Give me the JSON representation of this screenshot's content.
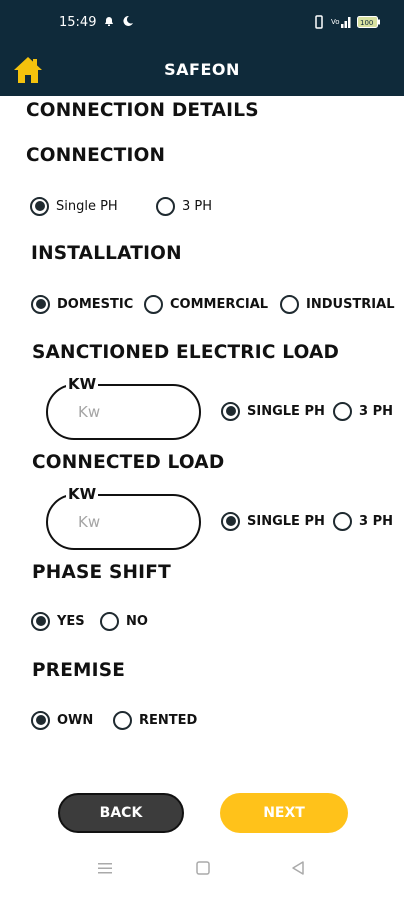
{
  "status_bar": {
    "time": "15:49",
    "left_icons": [
      "notification-icon",
      "moon-icon"
    ],
    "right_icons": [
      "vibrate-icon",
      "signal-icon",
      "battery-icon"
    ],
    "battery": "100"
  },
  "app_bar": {
    "title": "SAFEON",
    "home_icon": "home-icon",
    "accent_color": "#f4c20d"
  },
  "page_title": "CONNECTION DETAILS",
  "sections": {
    "connection": {
      "label": "CONNECTION",
      "options": [
        "Single PH",
        "3 PH"
      ],
      "selected": "Single PH"
    },
    "installation": {
      "label": "INSTALLATION",
      "options": [
        "DOMESTIC",
        "COMMERCIAL",
        "INDUSTRIAL"
      ],
      "selected": "DOMESTIC"
    },
    "sanctioned_load": {
      "label": "SANCTIONED ELECTRIC LOAD",
      "field_label": "KW",
      "placeholder": "Kw",
      "value": "",
      "options": [
        "SINGLE PH",
        "3 PH"
      ],
      "selected": "SINGLE PH"
    },
    "connected_load": {
      "label": "CONNECTED LOAD",
      "field_label": "KW",
      "placeholder": "Kw",
      "value": "",
      "options": [
        "SINGLE PH",
        "3 PH"
      ],
      "selected": "SINGLE PH"
    },
    "phase_shift": {
      "label": "PHASE SHIFT",
      "options": [
        "YES",
        "NO"
      ],
      "selected": "YES"
    },
    "premise": {
      "label": "PREMISE",
      "options": [
        "OWN",
        "RENTED"
      ],
      "selected": "OWN"
    }
  },
  "buttons": {
    "back": "BACK",
    "next": "NEXT"
  },
  "nav_bar": {
    "icons": [
      "menu-icon",
      "square-icon",
      "back-triangle-icon"
    ]
  }
}
